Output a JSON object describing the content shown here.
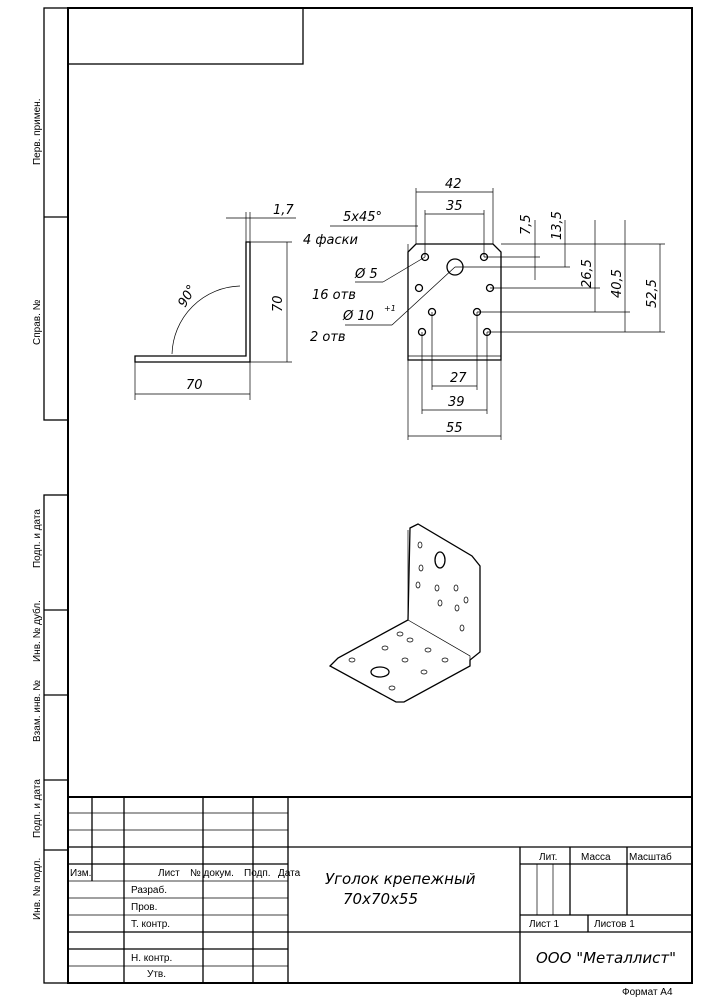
{
  "sidebar": {
    "labels": [
      "Перв. примен.",
      "Справ. №",
      "Подп. и дата",
      "Инв. № дубл.",
      "Взам. инв. №",
      "Подп. и дата",
      "Инв. № подл."
    ]
  },
  "side_view": {
    "thickness": "1,7",
    "height": "70",
    "width": "70",
    "angle": "90°"
  },
  "front_view": {
    "top_width": "42",
    "hole_span_top": "35",
    "chamfer": "5x45°",
    "chamfer_count": "4 фаски",
    "small_hole": "Ø 5",
    "small_hole_count": "16 отв",
    "large_hole": "Ø 10",
    "large_hole_tol": "+1",
    "large_hole_count": "2 отв",
    "dim_7_5": "7,5",
    "dim_13_5": "13,5",
    "dim_26_5": "26,5",
    "dim_40_5": "40,5",
    "dim_52_5": "52,5",
    "dim_27": "27",
    "dim_39": "39",
    "dim_55": "55"
  },
  "title_block": {
    "izm": "Изм.",
    "list": "Лист",
    "doc_no": "№ докум.",
    "sign": "Подп.",
    "date": "Дата",
    "razrab": "Разраб.",
    "prov": "Пров.",
    "tkontr": "Т. контр.",
    "nkontr": "Н. контр.",
    "utv": "Утв.",
    "title_line1": "Уголок крепежный",
    "title_line2": "70x70x55",
    "lit": "Лит.",
    "mass": "Масса",
    "scale": "Масштаб",
    "sheet": "Лист 1",
    "sheets": "Листов 1",
    "company": "ООО \"Металлист\"",
    "format": "Формат А4"
  }
}
